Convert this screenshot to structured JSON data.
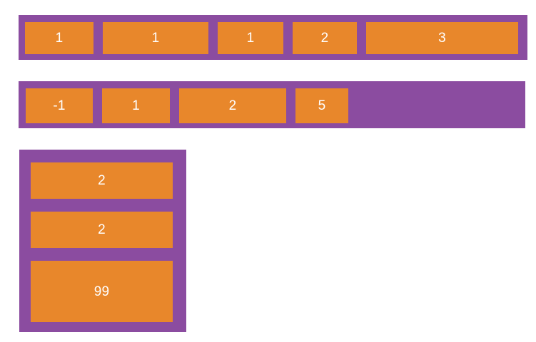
{
  "colors": {
    "container_fill": "#8b4ca0",
    "cell_fill": "#e8872b",
    "cell_text": "#ffffff",
    "page_background": "#ffffff"
  },
  "containers": [
    {
      "name": "array-row-1",
      "orientation": "horizontal",
      "cells": [
        {
          "value": "1"
        },
        {
          "value": "1"
        },
        {
          "value": "1"
        },
        {
          "value": "2"
        },
        {
          "value": "3"
        }
      ]
    },
    {
      "name": "array-row-2",
      "orientation": "horizontal",
      "cells": [
        {
          "value": "-1"
        },
        {
          "value": "1"
        },
        {
          "value": "2"
        },
        {
          "value": "5"
        }
      ]
    },
    {
      "name": "array-column-3",
      "orientation": "vertical",
      "cells": [
        {
          "value": "2"
        },
        {
          "value": "2"
        },
        {
          "value": "99"
        }
      ]
    }
  ]
}
